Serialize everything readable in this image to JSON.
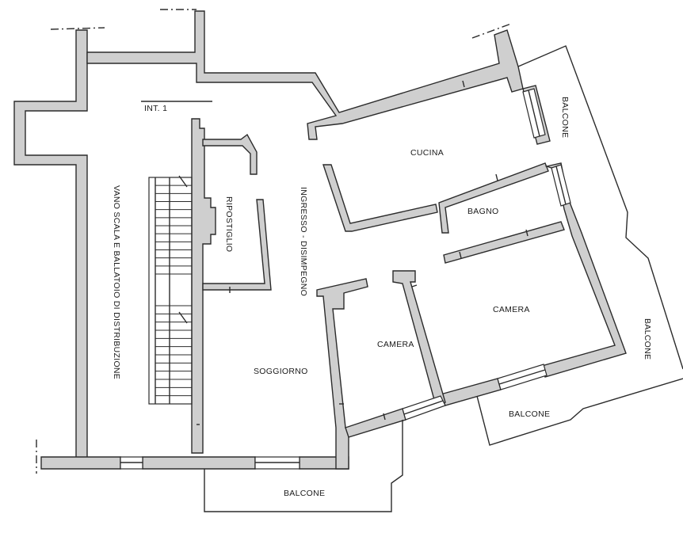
{
  "plan": {
    "unit_label": "INT. 1",
    "rooms": {
      "stair": "VANO SCALA E BALLATOIO DI DISTRIBUZIONE",
      "storage": "RIPOSTIGLIO",
      "entrance": "INGRESSO - DISIMPEGNO",
      "kitchen": "CUCINA",
      "bathroom": "BAGNO",
      "bedroom_large": "CAMERA",
      "bedroom_small": "CAMERA",
      "living": "SOGGIORNO",
      "balcony_east_top": "BALCONE",
      "balcony_east_mid": "BALCONE",
      "balcony_south_east": "BALCONE",
      "balcony_south": "BALCONE"
    }
  },
  "colors": {
    "wall_fill": "#cfcfcf",
    "line": "#2b2b2b",
    "background": "#ffffff"
  }
}
